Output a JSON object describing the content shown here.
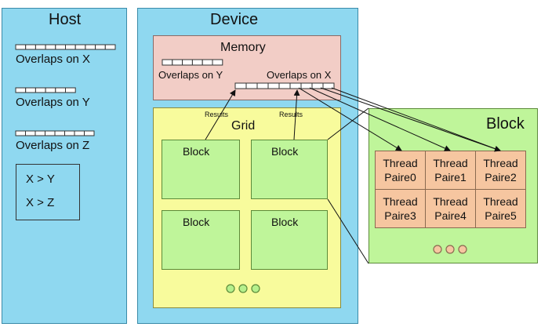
{
  "host": {
    "title": "Host",
    "arrays": [
      {
        "label": "Overlaps on X",
        "cells": 10
      },
      {
        "label": "Overlaps on Y",
        "cells": 6
      },
      {
        "label": "Overlaps on Z",
        "cells": 8
      }
    ],
    "comparisons": [
      "X > Y",
      "X > Z"
    ]
  },
  "device": {
    "title": "Device",
    "memory": {
      "title": "Memory",
      "array_y_label": "Overlaps on Y",
      "array_x_label": "Overlaps on X"
    },
    "grid": {
      "title": "Grid",
      "results_labels": [
        "Results",
        "Results"
      ],
      "blocks": [
        "Block",
        "Block",
        "Block",
        "Block"
      ]
    }
  },
  "block_detail": {
    "title": "Block",
    "threads": [
      {
        "line1": "Thread",
        "line2": "Paire0"
      },
      {
        "line1": "Thread",
        "line2": "Paire1"
      },
      {
        "line1": "Thread",
        "line2": "Paire2"
      },
      {
        "line1": "Thread",
        "line2": "Paire3"
      },
      {
        "line1": "Thread",
        "line2": "Paire4"
      },
      {
        "line1": "Thread",
        "line2": "Paire5"
      }
    ]
  },
  "colors": {
    "host_device_bg": "#8fd8f0",
    "memory_bg": "#f2cdc6",
    "grid_bg": "#f8fb9c",
    "block_bg": "#bff59a",
    "thread_bg": "#f6c6a0"
  }
}
